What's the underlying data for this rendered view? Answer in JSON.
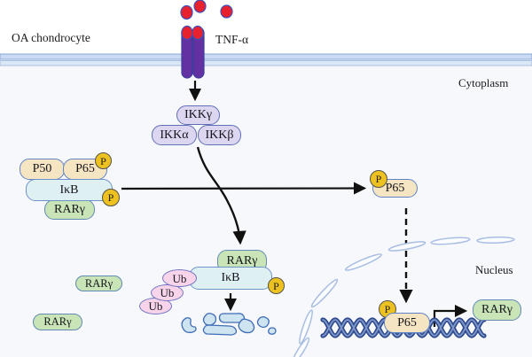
{
  "region_labels": {
    "cell": "OA chondrocyte",
    "ligand": "TNF-α",
    "cytoplasm": "Cytoplasm",
    "nucleus": "Nucleus"
  },
  "molecules": {
    "ikk_gamma": "IKKγ",
    "ikk_alpha": "IKKα",
    "ikk_beta": "IKKβ",
    "p50": "P50",
    "p65": "P65",
    "ikb": "IκB",
    "rar_gamma": "RARγ",
    "ubiquitin": "Ub",
    "phosphate": "P"
  },
  "colors": {
    "cytoplasm_bg": "#f7f8fb",
    "membrane_fill": "#c9daf2",
    "membrane_edge": "#8aa5d6",
    "receptor_purple": "#6331a1",
    "ligand_red": "#e8212e",
    "ikk_fill": "#dcd6f0",
    "nfkb_fill": "#f6e5c2",
    "ikb_fill": "#def0f2",
    "rar_fill": "#c9e5b7",
    "ub_fill": "#f7d4e9",
    "phosphate_fill": "#edc220",
    "dna_blue": "#2e4a8c",
    "envelope_dash": "#a9bee2",
    "arrow_black": "#111111"
  }
}
